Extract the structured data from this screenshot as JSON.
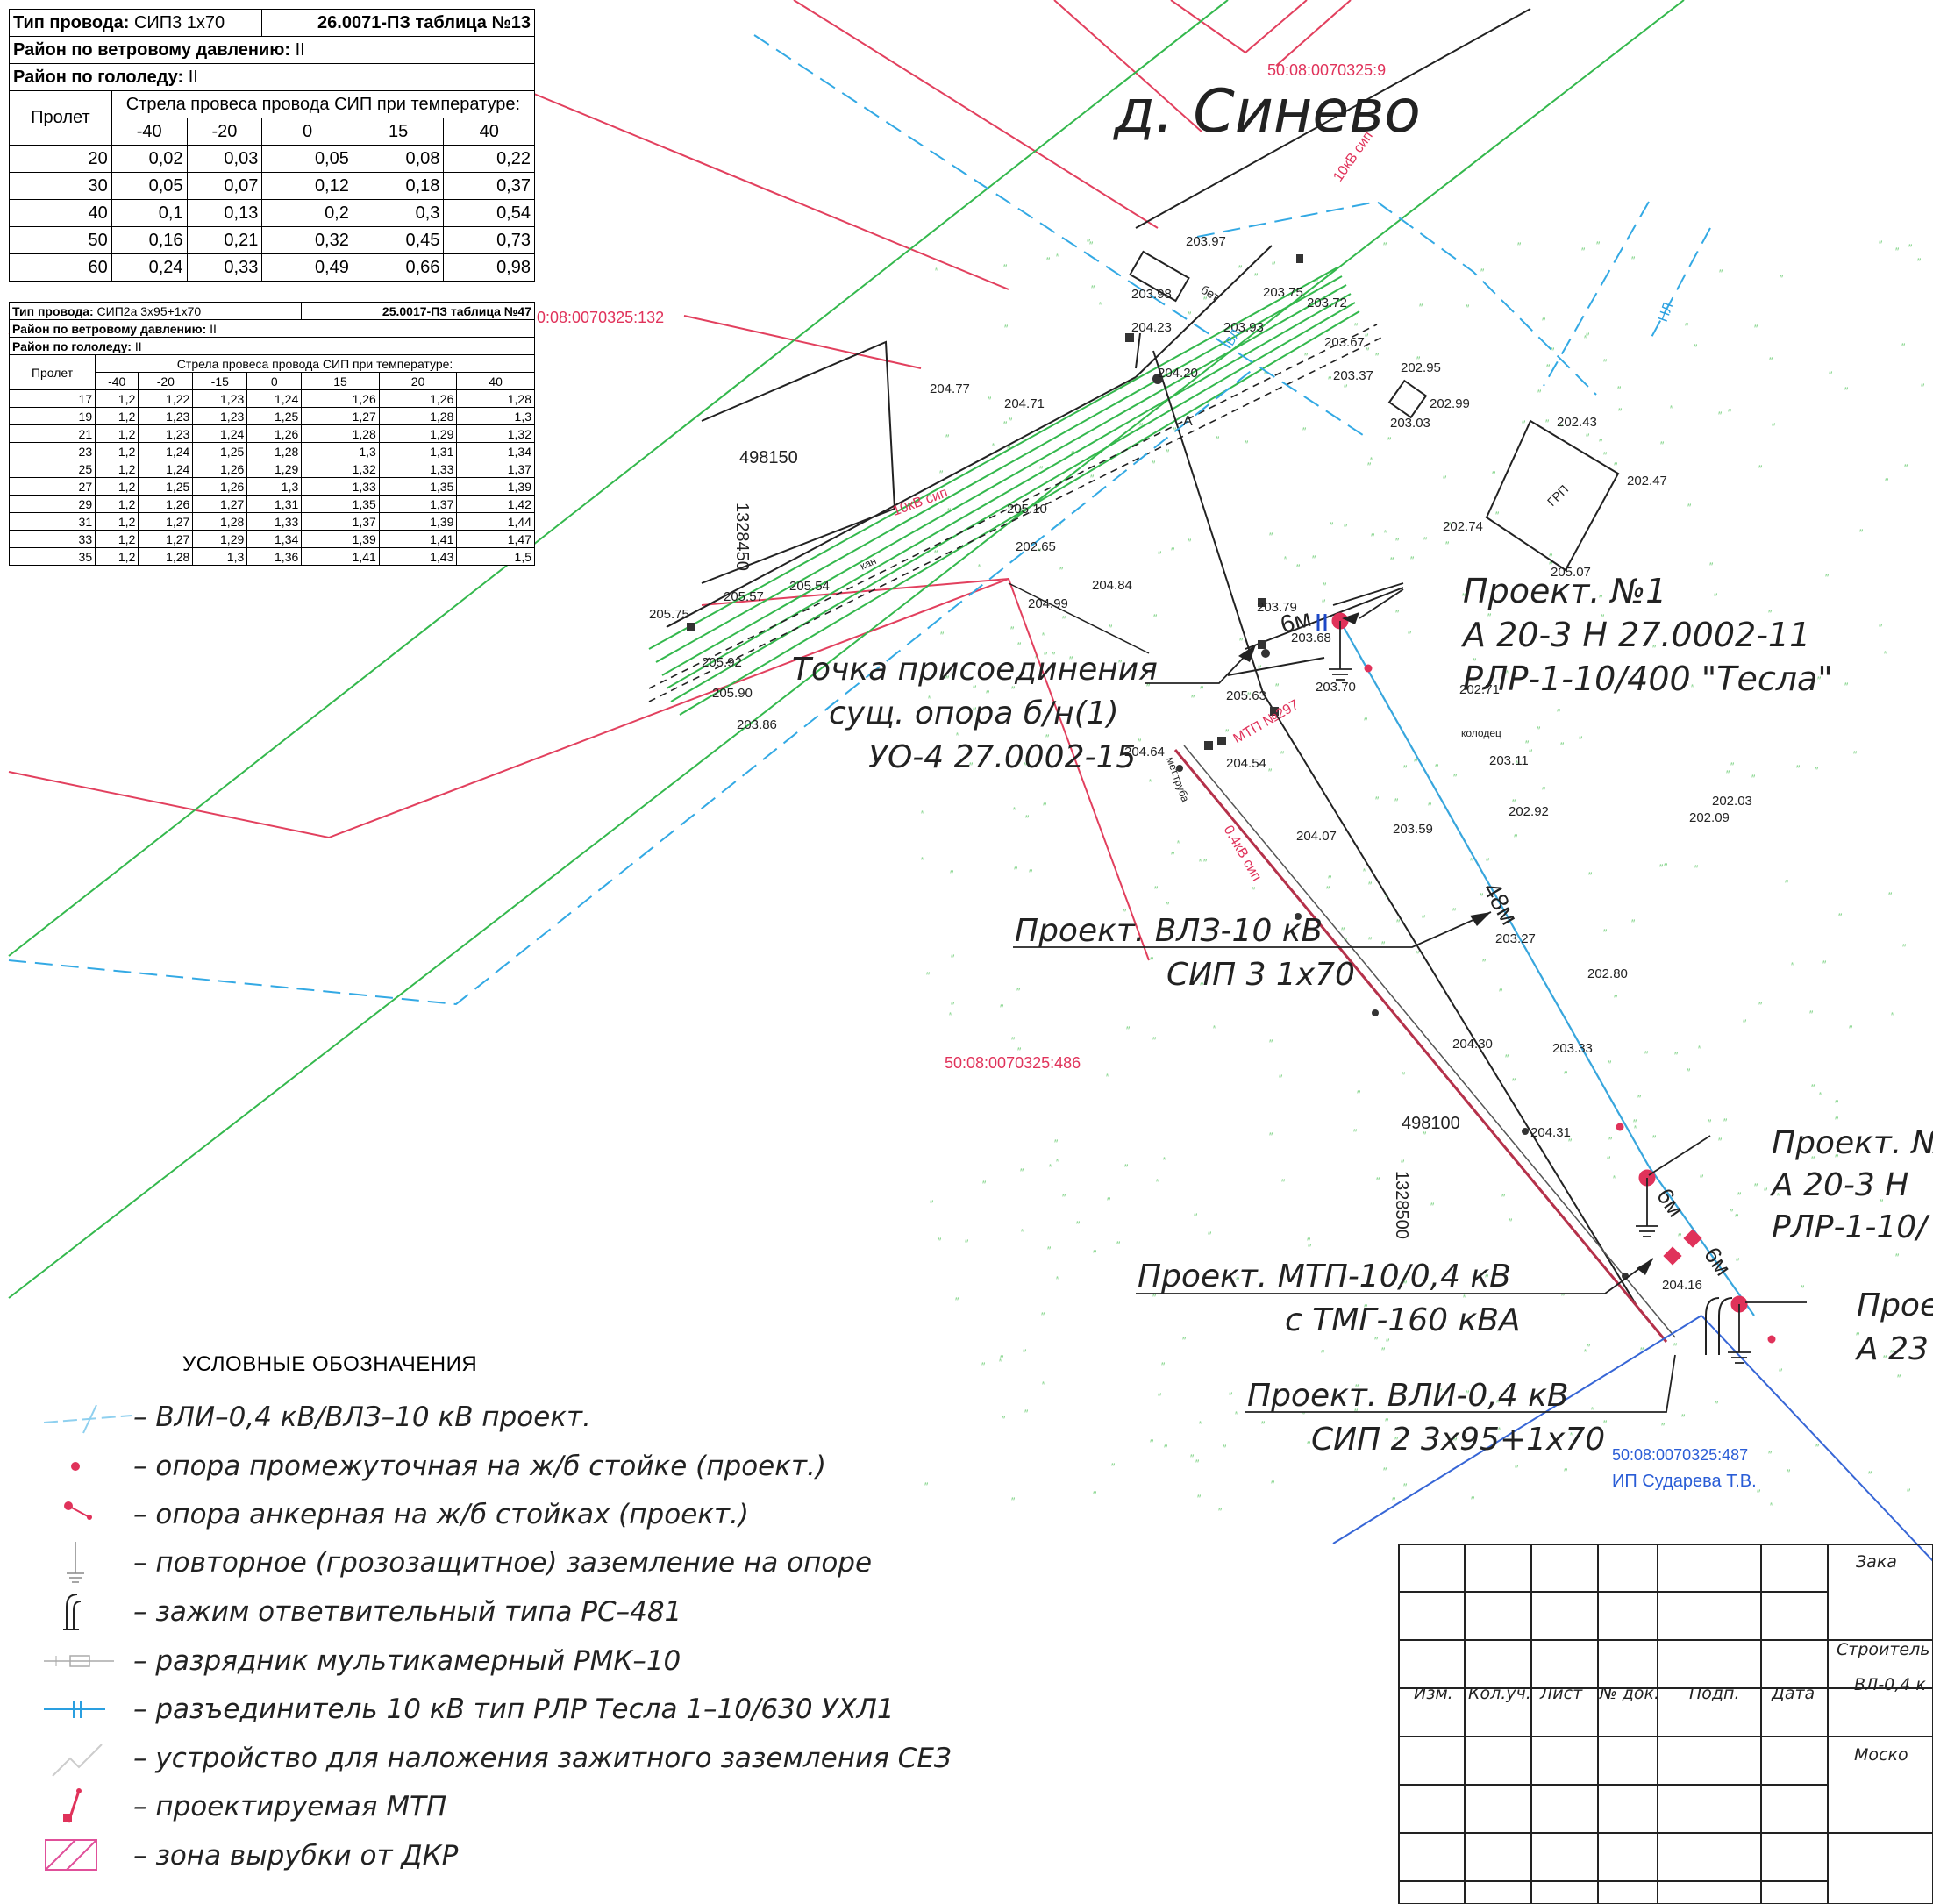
{
  "table1": {
    "wire_type_label": "Тип провода:",
    "wire_type_value": "СИП3 1х70",
    "ref": "26.0071-ПЗ таблица №13",
    "wind_label": "Район по ветровому давлению:",
    "wind_value": "II",
    "ice_label": "Район по гололеду:",
    "ice_value": "II",
    "span_header": "Пролет",
    "sag_header": "Стрела провеса провода СИП при температуре:",
    "temps": [
      "-40",
      "-20",
      "0",
      "15",
      "40"
    ],
    "rows": [
      [
        "20",
        "0,02",
        "0,03",
        "0,05",
        "0,08",
        "0,22"
      ],
      [
        "30",
        "0,05",
        "0,07",
        "0,12",
        "0,18",
        "0,37"
      ],
      [
        "40",
        "0,1",
        "0,13",
        "0,2",
        "0,3",
        "0,54"
      ],
      [
        "50",
        "0,16",
        "0,21",
        "0,32",
        "0,45",
        "0,73"
      ],
      [
        "60",
        "0,24",
        "0,33",
        "0,49",
        "0,66",
        "0,98"
      ]
    ]
  },
  "table2": {
    "wire_type_label": "Тип провода:",
    "wire_type_value": "СИП2а 3х95+1х70",
    "ref": "25.0017-ПЗ таблица №47",
    "wind_label": "Район по ветровому давлению:",
    "wind_value": "II",
    "ice_label": "Район по гололеду:",
    "ice_value": "II",
    "span_header": "Пролет",
    "sag_header": "Стрела провеса провода СИП при температуре:",
    "temps": [
      "-40",
      "-20",
      "-15",
      "0",
      "15",
      "20",
      "40"
    ],
    "rows": [
      [
        "17",
        "1,2",
        "1,22",
        "1,23",
        "1,24",
        "1,26",
        "1,26",
        "1,28"
      ],
      [
        "19",
        "1,2",
        "1,23",
        "1,23",
        "1,25",
        "1,27",
        "1,28",
        "1,3"
      ],
      [
        "21",
        "1,2",
        "1,23",
        "1,24",
        "1,26",
        "1,28",
        "1,29",
        "1,32"
      ],
      [
        "23",
        "1,2",
        "1,24",
        "1,25",
        "1,28",
        "1,3",
        "1,31",
        "1,34"
      ],
      [
        "25",
        "1,2",
        "1,24",
        "1,26",
        "1,29",
        "1,32",
        "1,33",
        "1,37"
      ],
      [
        "27",
        "1,2",
        "1,25",
        "1,26",
        "1,3",
        "1,33",
        "1,35",
        "1,39"
      ],
      [
        "29",
        "1,2",
        "1,26",
        "1,27",
        "1,31",
        "1,35",
        "1,37",
        "1,42"
      ],
      [
        "31",
        "1,2",
        "1,27",
        "1,28",
        "1,33",
        "1,37",
        "1,39",
        "1,44"
      ],
      [
        "33",
        "1,2",
        "1,27",
        "1,29",
        "1,34",
        "1,39",
        "1,41",
        "1,47"
      ],
      [
        "35",
        "1,2",
        "1,28",
        "1,3",
        "1,36",
        "1,41",
        "1,43",
        "1,5"
      ]
    ]
  },
  "map": {
    "village": "д. Синево",
    "cadastral": [
      "50:08:0070325:9",
      "0:08:0070325:132",
      "50:08:0070325:486",
      "50:08:0070325:487"
    ],
    "owner": "ИП Сударева Т.В.",
    "grid_labels": [
      "498150",
      "1328450",
      "498100",
      "1328500"
    ],
    "elevations": [
      "203.97",
      "203.98",
      "203.75",
      "204.23",
      "203.93",
      "203.72",
      "203.67",
      "204.20",
      "203.37",
      "202.95",
      "202.99",
      "203.03",
      "204.77",
      "204.71",
      "202.43",
      "202.47",
      "202.74",
      "205.10",
      "205.07",
      "202.65",
      "205.54",
      "205.57",
      "204.84",
      "205.75",
      "204.99",
      "203.79",
      "203.68",
      "205.92",
      "203.70",
      "205.90",
      "205.63",
      "203.86",
      "204.64",
      "204.54",
      "202.71",
      "203.11",
      "202.92",
      "202.03",
      "202.09",
      "204.07",
      "203.59",
      "203.27",
      "202.80",
      "204.30",
      "203.33",
      "204.31",
      "204.16"
    ],
    "line_labels": [
      "10кВ сип",
      "бет",
      "кан",
      "ВЛ",
      "НЛ",
      "ГРП",
      "10кВ сип",
      "0.4кВ сип",
      "мет.труба",
      "МТП №297",
      "колодец",
      "A"
    ],
    "dims": [
      "6м",
      "48м",
      "6м",
      "6м"
    ],
    "callouts": {
      "proj1_title": "Проект. №1",
      "proj1_line2": "А 20-3 Н 27.0002-11",
      "proj1_line3": "РЛР-1-10/400 \"Тесла\"",
      "tp_line1": "Точка присоединения",
      "tp_line2": "сущ. опора б/н(1)",
      "tp_line3": "УО-4 27.0002-15",
      "vlz_line1": "Проект. ВЛЗ-10 кВ",
      "vlz_line2": "СИП 3 1х70",
      "proj2_line1": "Проект. №",
      "proj2_line2": "А 20-3 Н",
      "proj2_line3": "РЛР-1-10/",
      "mtp_line1": "Проект. МТП-10/0,4 кВ",
      "mtp_line2": "с ТМГ-160 кВА",
      "proj3_line1": "Прое",
      "proj3_line2": "А 23",
      "vli_line1": "Проект. ВЛИ-0,4 кВ",
      "vli_line2": "СИП 2 3х95+1х70"
    }
  },
  "legend": {
    "title": "УСЛОВНЫЕ ОБОЗНАЧЕНИЯ",
    "items": [
      "– ВЛИ–0,4 кВ/ВЛЗ–10 кВ проект.",
      "– опора промежуточная на ж/б стойке (проект.)",
      "– опора анкерная на ж/б стойках (проект.)",
      "– повторное (грозозащитное) заземление на опоре",
      "– зажим ответвительный типа РС–481",
      "– разрядник мультикамерный РМК–10",
      "– разъединитель 10 кВ тип РЛР Тесла 1–10/630 УХЛ1",
      "– устройство для наложения зажитного заземления СЕЗ",
      "– проектируемая МТП",
      "– зона вырубки от ДКР"
    ]
  },
  "stamp": {
    "headers": [
      "Изм.",
      "Кол.уч.",
      "Лист",
      "№ док.",
      "Подп.",
      "Дата"
    ],
    "right": [
      "Зака",
      "Строитель",
      "ВЛ-0,4 к",
      "Моско"
    ]
  },
  "colors": {
    "red": "#e0325a",
    "green": "#2fb84a",
    "cyan": "#22aee6",
    "blue": "#2a5dd6",
    "black": "#1a1a1a",
    "pink": "#e0509a"
  }
}
